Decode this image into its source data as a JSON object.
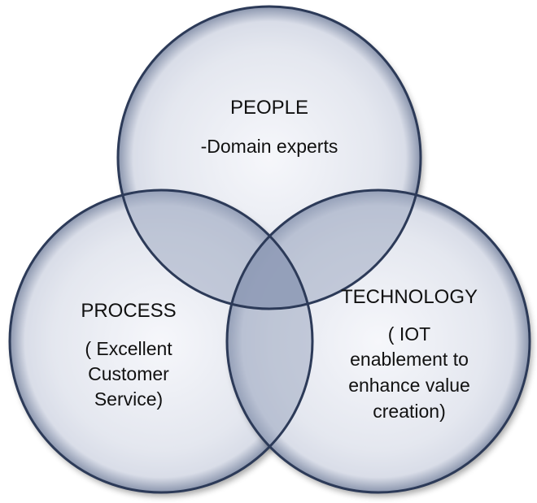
{
  "diagram": {
    "colors": {
      "circle_fill_center": "#f6f7fb",
      "circle_fill_mid": "#d9dde8",
      "circle_fill_edge": "#8a95ad",
      "circle_stroke": "#2c3a58",
      "overlap_pair": "#9ea9c1",
      "overlap_center": "#8794b0"
    },
    "people": {
      "title": "PEOPLE",
      "line1": "-Domain experts"
    },
    "process": {
      "title": "PROCESS",
      "line1": "( Excellent",
      "line2": "Customer",
      "line3": "Service)"
    },
    "technology": {
      "title": "TECHNOLOGY",
      "line1": "( IOT",
      "line2": "enablement to",
      "line3": "enhance value",
      "line4": "creation)"
    }
  }
}
